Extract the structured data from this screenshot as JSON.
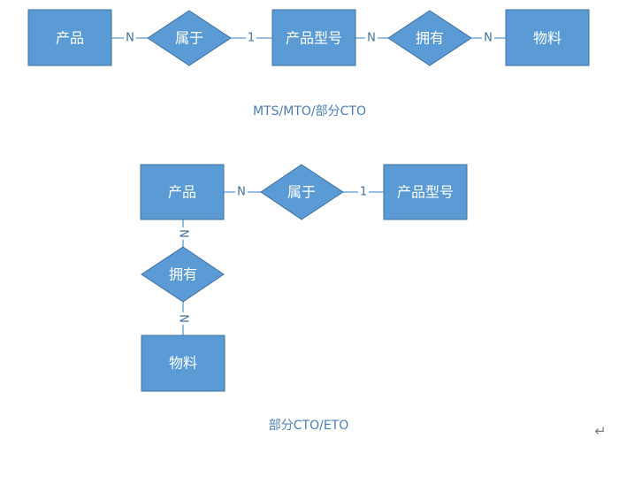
{
  "colors": {
    "shape_fill": "#5b9bd5",
    "shape_stroke": "#41719c",
    "connector": "#5b9bd5",
    "caption_text": "#4a7db5",
    "label_text": "#ffffff"
  },
  "diagram1": {
    "caption": "MTS/MTO/部分CTO",
    "entities": {
      "product": "产品",
      "product_model": "产品型号",
      "material": "物料"
    },
    "relations": {
      "belongs_to": "属于",
      "has": "拥有"
    },
    "cardinalities": {
      "product_belongs": "N",
      "belongs_model": "1",
      "model_has": "N",
      "has_material": "N"
    }
  },
  "diagram2": {
    "caption": "部分CTO/ETO",
    "entities": {
      "product": "产品",
      "product_model": "产品型号",
      "material": "物料"
    },
    "relations": {
      "belongs_to": "属于",
      "has": "拥有"
    },
    "cardinalities": {
      "product_belongs": "N",
      "belongs_model": "1",
      "product_has": "N",
      "has_material": "N"
    }
  },
  "paragraph_mark": "↵"
}
